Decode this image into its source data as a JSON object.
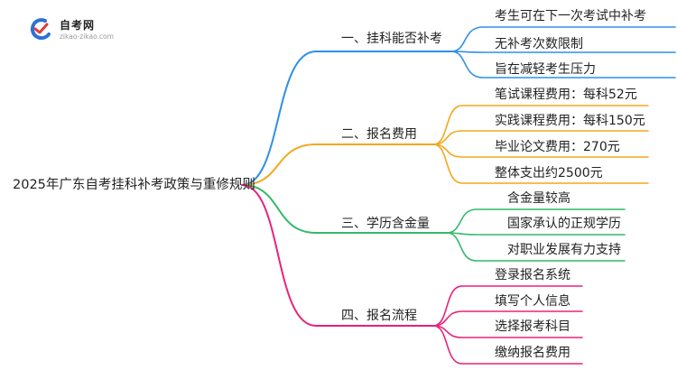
{
  "logo": {
    "name": "自考网",
    "site": "zikao-zikao.com",
    "colors": {
      "blue": "#2f6fd8",
      "red": "#e23b3b"
    }
  },
  "root": {
    "label": "2025年广东自考挂科补考政策与重修规则"
  },
  "branches": [
    {
      "label": "一、挂科能否补考",
      "color": "#2f8fe8",
      "children": [
        "考生可在下一次考试中补考",
        "无补考次数限制",
        "旨在减轻考生压力"
      ]
    },
    {
      "label": "二、报名费用",
      "color": "#f2a81d",
      "children": [
        "笔试课程费用：每科52元",
        "实践课程费用：每科150元",
        "毕业论文费用：270元",
        "整体支出约2500元"
      ]
    },
    {
      "label": "三、学历含金量",
      "color": "#33b96b",
      "children": [
        "含金量较高",
        "国家承认的正规学历",
        "对职业发展有力支持"
      ]
    },
    {
      "label": "四、报名流程",
      "color": "#e8237a",
      "children": [
        "登录报名系统",
        "填写个人信息",
        "选择报考科目",
        "缴纳报名费用"
      ]
    }
  ]
}
